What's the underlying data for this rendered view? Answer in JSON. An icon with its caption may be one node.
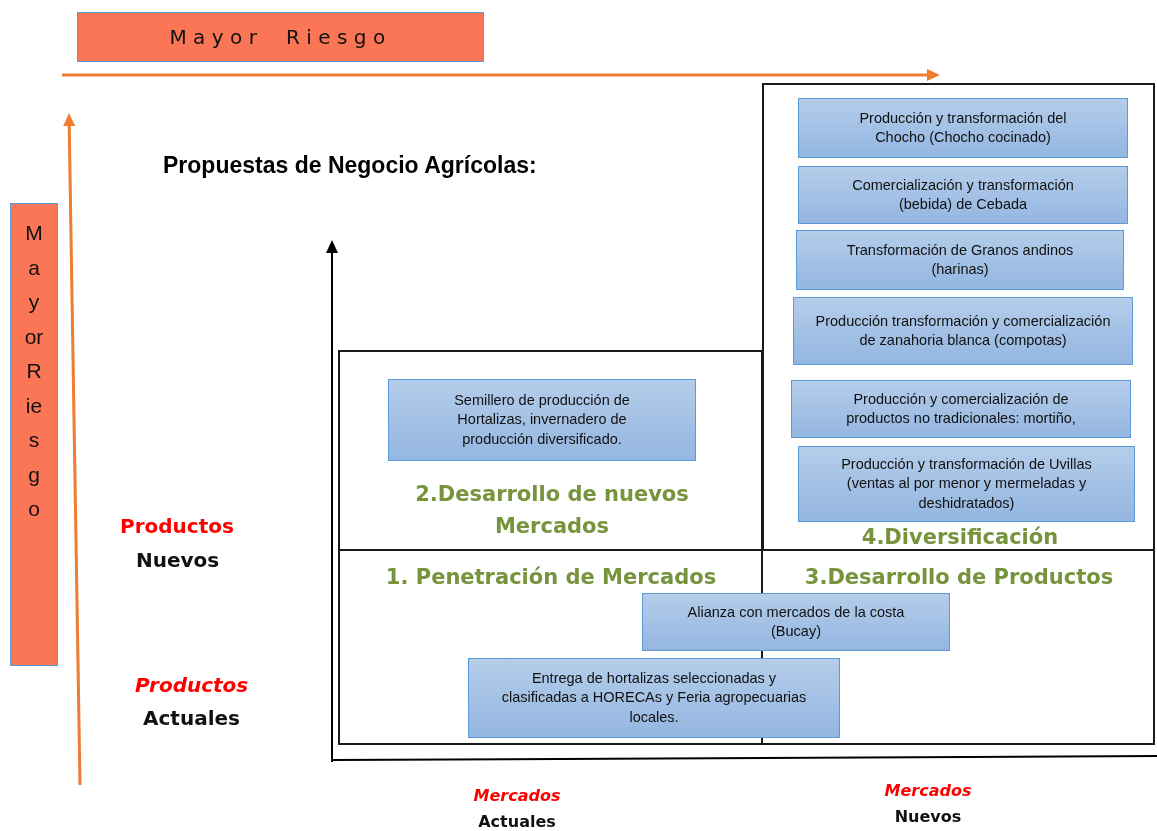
{
  "diagram": {
    "title": "Propuestas de Negocio Agrícolas:",
    "nodes": [
      {
        "text": [
          "Mayor Riesgo"
        ]
      },
      {
        "text": [
          "Mayor Riesgo"
        ]
      },
      {
        "text": [
          "2.Desarrollo de nuevos Mercados"
        ]
      },
      {
        "text": [
          "Semillero de producción de Hortalizas, invernadero de producción diversificado."
        ],
        "in": 2
      },
      {
        "text": [
          "4.Diversificación"
        ]
      },
      {
        "text": [
          "Producción y transformación del Chocho (Chocho cocinado)"
        ],
        "in": 4
      },
      {
        "text": [
          "Comercialización y transformación (bebida) de Cebada"
        ],
        "in": 4
      },
      {
        "text": [
          "Transformación de Granos andinos (harinas)"
        ],
        "in": 4
      },
      {
        "text": [
          "Producción transformación y comercialización de zanahoria blanca (compotas)"
        ],
        "in": 4
      },
      {
        "text": [
          "Producción y comercialización de productos no tradicionales: mortiño,"
        ],
        "in": 4
      },
      {
        "text": [
          "Producción y transformación de Uvillas (ventas al por menor y mermeladas y deshidratados)"
        ],
        "in": 4
      },
      {
        "text": [
          "1. Penetración de Mercados"
        ]
      },
      {
        "text": [
          "3.Desarrollo de Productos"
        ]
      },
      {
        "text": [
          "Alianza con mercados de la costa (Bucay)"
        ]
      },
      {
        "text": [
          "Entrega de hortalizas seleccionadas y clasificadas a HORECAs y Feria agropecuarias locales."
        ]
      }
    ],
    "labels": [
      "Productos",
      "Nuevos",
      "Productos",
      "Actuales",
      "Mercados",
      "Actuales",
      "Mercados",
      "Nuevos"
    ]
  }
}
